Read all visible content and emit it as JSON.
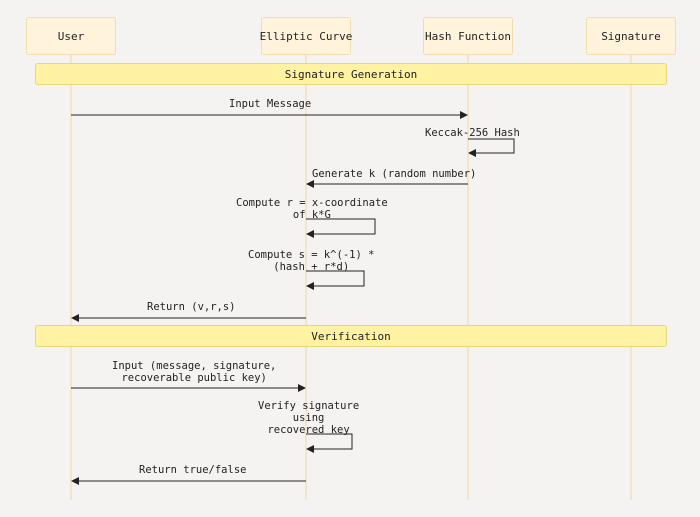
{
  "participants": [
    "User",
    "Elliptic Curve",
    "Hash Function",
    "Signature"
  ],
  "sections": {
    "generation": "Signature Generation",
    "verification": "Verification"
  },
  "messages": {
    "input_message": "Input Message",
    "keccak": "Keccak-256 Hash",
    "generate_k": "Generate k (random number)",
    "compute_r_1": "Compute r = x-coordinate",
    "compute_r_2": "of k*G",
    "compute_s_1": "Compute s = k^(-1) *",
    "compute_s_2": "(hash + r*d)",
    "return_vrs": "Return (v,r,s)",
    "input_verify_1": "Input (message, signature,",
    "input_verify_2": "recoverable public key)",
    "verify_1": "Verify signature",
    "verify_2": "using",
    "verify_3": "recovered key",
    "return_bool": "Return true/false"
  },
  "colors": {
    "background": "#f5f3f1",
    "actor_fill": "#fff3dc",
    "lifeline": "#f2d6a4",
    "section_fill": "#fff2a3",
    "arrow": "#222222"
  }
}
